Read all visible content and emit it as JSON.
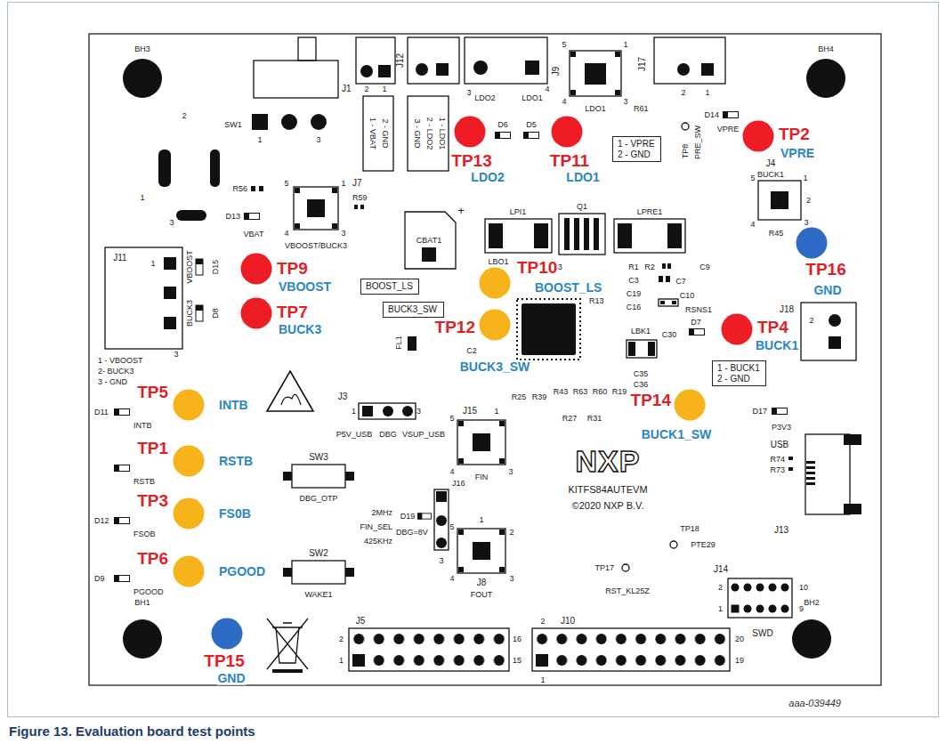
{
  "diagram": {
    "caption": "Figure 13. Evaluation board test points",
    "nodes": [
      {
        "text": [
          "TP13",
          "LDO2"
        ]
      },
      {
        "text": [
          "TP11",
          "LDO1"
        ]
      },
      {
        "text": [
          "1 - VPRE",
          "2 - GND"
        ]
      },
      {
        "text": [
          "TP2",
          "VPRE"
        ]
      },
      {
        "text": [
          "TP16",
          "GND"
        ]
      },
      {
        "text": [
          "TP9",
          "VBOOST"
        ]
      },
      {
        "text": [
          "BOOST_LS"
        ]
      },
      {
        "text": [
          "TP10",
          "BOOST_LS"
        ]
      },
      {
        "text": [
          "BUCK3_SW"
        ]
      },
      {
        "text": [
          "TP7",
          "BUCK3"
        ]
      },
      {
        "text": [
          "TP12",
          "BUCK3_SW"
        ]
      },
      {
        "text": [
          "TP4",
          "BUCK1"
        ]
      },
      {
        "text": [
          "1 - BUCK1",
          "2 - GND"
        ]
      },
      {
        "text": [
          "TP5",
          "INTB"
        ]
      },
      {
        "text": [
          "TP14",
          "BUCK1_SW"
        ]
      },
      {
        "text": [
          "TP1",
          "RSTB"
        ]
      },
      {
        "text": [
          "TP3",
          "FS0B"
        ]
      },
      {
        "text": [
          "TP6",
          "PGOOD"
        ]
      },
      {
        "text": [
          "TP15",
          "GND"
        ]
      }
    ],
    "labels": [
      "BH3",
      "BH4",
      "BH1",
      "BH2",
      "J1",
      "SW1",
      "1",
      "3",
      "2",
      "1",
      "3",
      "R56",
      "D13",
      "VBAT",
      "J7",
      "5",
      "1",
      "4",
      "3",
      "R59",
      "VBOOST/BUCK3",
      "J12",
      "2",
      "1",
      "1 - VBAT",
      "2 - GND",
      "3 - GND",
      "2 - LDO2",
      "1 - LDO1",
      "3",
      "4",
      "LDO2",
      "LDO1",
      "5",
      "1",
      "4",
      "3",
      "J9",
      "LDO1",
      "R61",
      "D6",
      "D5",
      "J17",
      "2",
      "1",
      "D14",
      "VPRE",
      "TP8",
      "PRE_SW",
      "J4",
      "BUCK1",
      "5",
      "1",
      "4",
      "3",
      "2",
      "R45",
      "J18",
      "2",
      "D7",
      "D17",
      "P3V3",
      "LPI1",
      "LPRE1",
      "Q1",
      "CBAT1",
      "+",
      "LBO1",
      "R3",
      "R1",
      "R2",
      "C9",
      "C3",
      "C7",
      "C19",
      "C16",
      "C10",
      "RSNS1",
      "R13",
      "C30",
      "LBK1",
      "C35",
      "C36",
      "FL1",
      "C2",
      "J11",
      "1",
      "VBOOST",
      "D15",
      "BUCK3",
      "D8",
      "1 - VBOOST",
      "2- BUCK3",
      "3 - GND",
      "3",
      "D11",
      "INTB",
      "RSTB",
      "D12",
      "FSOB",
      "D9",
      "PGOOD",
      "J3",
      "1",
      "3",
      "P5V_USB",
      "DBG",
      "VSUP_USB",
      "SW3",
      "DBG_OTP",
      "2MHz",
      "FIN_SEL",
      "425KHz",
      "D19",
      "DBG=8V",
      "SW2",
      "WAKE1",
      "J16",
      "3",
      "J15",
      "5",
      "1",
      "4",
      "3",
      "FIN",
      "J8",
      "5",
      "1",
      "2",
      "4",
      "3",
      "FOUT",
      "R25",
      "R39",
      "R43",
      "R63",
      "R60",
      "R19",
      "R27",
      "R31",
      "NXP",
      "KITFS84AUTEVM",
      "©2020 NXP B.V.",
      "USB",
      "R74",
      "R73",
      "J13",
      "TP18",
      "PTE29",
      "TP17",
      "RST_KL25Z",
      "J14",
      "2",
      "1",
      "10",
      "9",
      "SWD",
      "J5",
      "2",
      "1",
      "16",
      "15",
      "J10",
      "2",
      "1",
      "20",
      "19",
      "aaa-039449"
    ]
  }
}
